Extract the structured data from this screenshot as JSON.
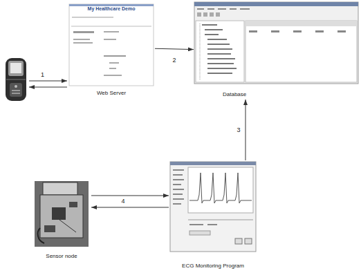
{
  "diagram": {
    "nodes": [
      {
        "text": [
          "My Healthcare Demo",
          "Web Server"
        ]
      },
      {
        "text": [
          "Database"
        ]
      },
      {
        "text": [
          "ECG Monitoring Program"
        ]
      },
      {
        "text": [
          "Sensor node"
        ]
      }
    ],
    "edges": [
      {
        "from": 0,
        "to": 1,
        "arrow": "to",
        "label": "2"
      },
      {
        "from": 2,
        "to": 1,
        "arrow": "to",
        "label": "3"
      },
      {
        "from": 3,
        "to": 2,
        "arrow": "to",
        "label": "4"
      },
      {
        "from": 2,
        "to": 3,
        "arrow": "to"
      }
    ],
    "labels": [
      "1"
    ]
  }
}
